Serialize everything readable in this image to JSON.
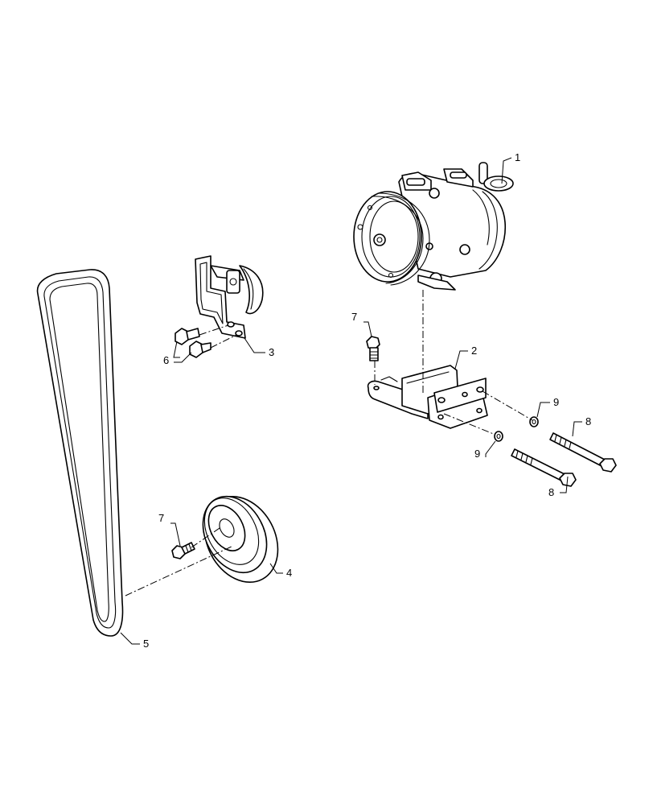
{
  "callouts": {
    "c1": "1",
    "c2": "2",
    "c3": "3",
    "c4": "4",
    "c5": "5",
    "c6": "6",
    "c7a": "7",
    "c7b": "7",
    "c8a": "8",
    "c8b": "8",
    "c9a": "9",
    "c9b": "9"
  }
}
